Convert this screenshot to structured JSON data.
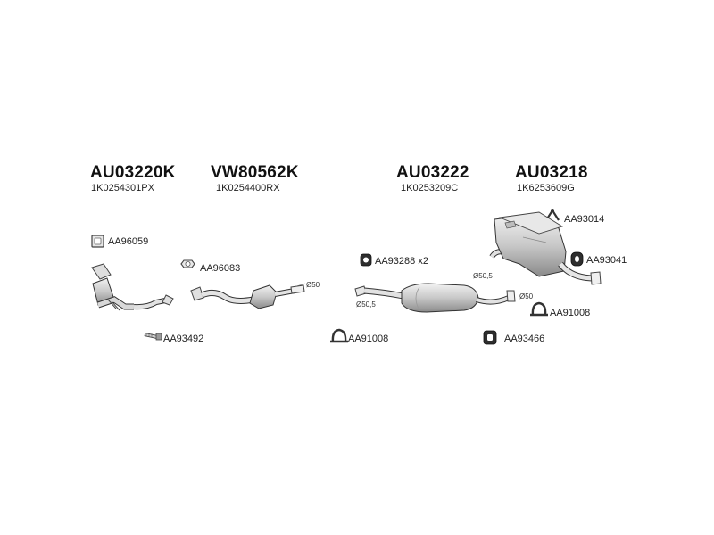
{
  "assemblies": [
    {
      "title": "AU03220K",
      "part_number": "1K0254301PX"
    },
    {
      "title": "VW80562K",
      "part_number": "1K0254400RX"
    },
    {
      "title": "AU03222",
      "part_number": "1K0253209C"
    },
    {
      "title": "AU03218",
      "part_number": "1K6253609G"
    }
  ],
  "accessories": {
    "gasket_front": "AA96059",
    "gasket_flange": "AA96083",
    "bolt_kit": "AA93492",
    "rubber_mount": "AA93288",
    "rubber_mount_qty": "x2",
    "clamp_mid": "AA91008",
    "clamp_rear": "AA91008",
    "rubber_ring_mid": "AA93466",
    "bracket": "AA93014",
    "rubber_ring_rear": "AA93041"
  },
  "dimensions": {
    "cat_outlet": "Ø50",
    "mid_inlet": "Ø50,5",
    "mid_outlet": "Ø50",
    "rear_inlet": "Ø50,5"
  },
  "colors": {
    "line": "#3a3a3a",
    "part_fill": "#d4d4d4",
    "part_dark": "#8c8c8c"
  }
}
